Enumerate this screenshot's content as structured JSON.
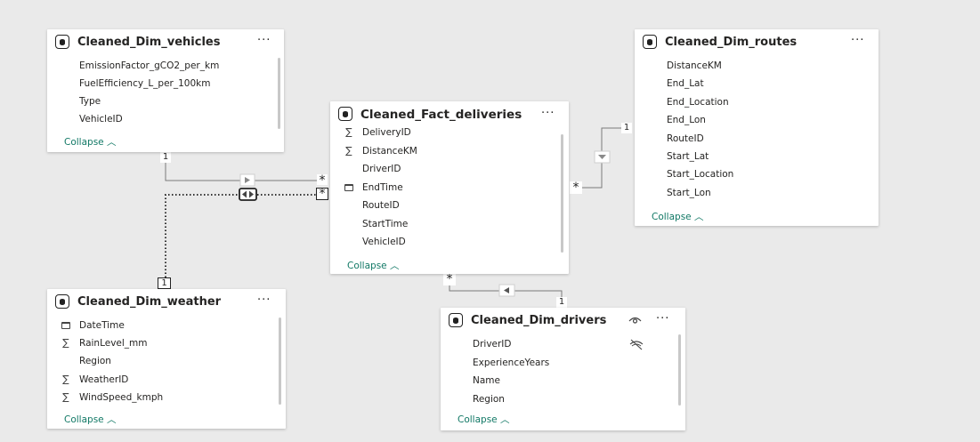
{
  "colors": {
    "background": "#eaeaea",
    "card": "#ffffff",
    "collapse_link": "#117865",
    "line": "#7a7a7a"
  },
  "tables": {
    "vehicles": {
      "title": "Cleaned_Dim_vehicles",
      "more": "···",
      "collapse": "Collapse ︿",
      "fields": [
        {
          "icon": "none",
          "name": "EmissionFactor_gCO2_per_km"
        },
        {
          "icon": "none",
          "name": "FuelEfficiency_L_per_100km"
        },
        {
          "icon": "none",
          "name": "Type"
        },
        {
          "icon": "none",
          "name": "VehicleID"
        }
      ]
    },
    "routes": {
      "title": "Cleaned_Dim_routes",
      "more": "···",
      "collapse": "Collapse ︿",
      "fields": [
        {
          "icon": "none",
          "name": "DistanceKM"
        },
        {
          "icon": "none",
          "name": "End_Lat"
        },
        {
          "icon": "none",
          "name": "End_Location"
        },
        {
          "icon": "none",
          "name": "End_Lon"
        },
        {
          "icon": "none",
          "name": "RouteID"
        },
        {
          "icon": "none",
          "name": "Start_Lat"
        },
        {
          "icon": "none",
          "name": "Start_Location"
        },
        {
          "icon": "none",
          "name": "Start_Lon"
        }
      ]
    },
    "deliveries": {
      "title": "Cleaned_Fact_deliveries",
      "more": "···",
      "collapse": "Collapse ︿",
      "fields": [
        {
          "icon": "sigma",
          "name": "DeliveryID"
        },
        {
          "icon": "sigma",
          "name": "DistanceKM"
        },
        {
          "icon": "none",
          "name": "DriverID"
        },
        {
          "icon": "calendar",
          "name": "EndTime"
        },
        {
          "icon": "none",
          "name": "RouteID"
        },
        {
          "icon": "none",
          "name": "StartTime"
        },
        {
          "icon": "none",
          "name": "VehicleID"
        }
      ]
    },
    "weather": {
      "title": "Cleaned_Dim_weather",
      "more": "···",
      "collapse": "Collapse ︿",
      "fields": [
        {
          "icon": "calendar",
          "name": "DateTime"
        },
        {
          "icon": "sigma",
          "name": "RainLevel_mm"
        },
        {
          "icon": "none",
          "name": "Region"
        },
        {
          "icon": "sigma",
          "name": "WeatherID"
        },
        {
          "icon": "sigma",
          "name": "WindSpeed_kmph"
        }
      ]
    },
    "drivers": {
      "title": "Cleaned_Dim_drivers",
      "more": "···",
      "collapse": "Collapse ︿",
      "hidden_table_icon": "eye-icon",
      "fields": [
        {
          "icon": "none",
          "name": "DriverID",
          "hidden": true
        },
        {
          "icon": "none",
          "name": "ExperienceYears"
        },
        {
          "icon": "none",
          "name": "Name"
        },
        {
          "icon": "none",
          "name": "Region"
        }
      ]
    }
  },
  "relationships": {
    "vehicles_deliveries": {
      "from_card": "1",
      "to_card": "*"
    },
    "weather_deliveries": {
      "from_card": "1",
      "to_card": "*"
    },
    "routes_deliveries": {
      "from_card": "1",
      "to_card": "*"
    },
    "drivers_deliveries": {
      "from_card": "1",
      "to_card": "*"
    }
  }
}
